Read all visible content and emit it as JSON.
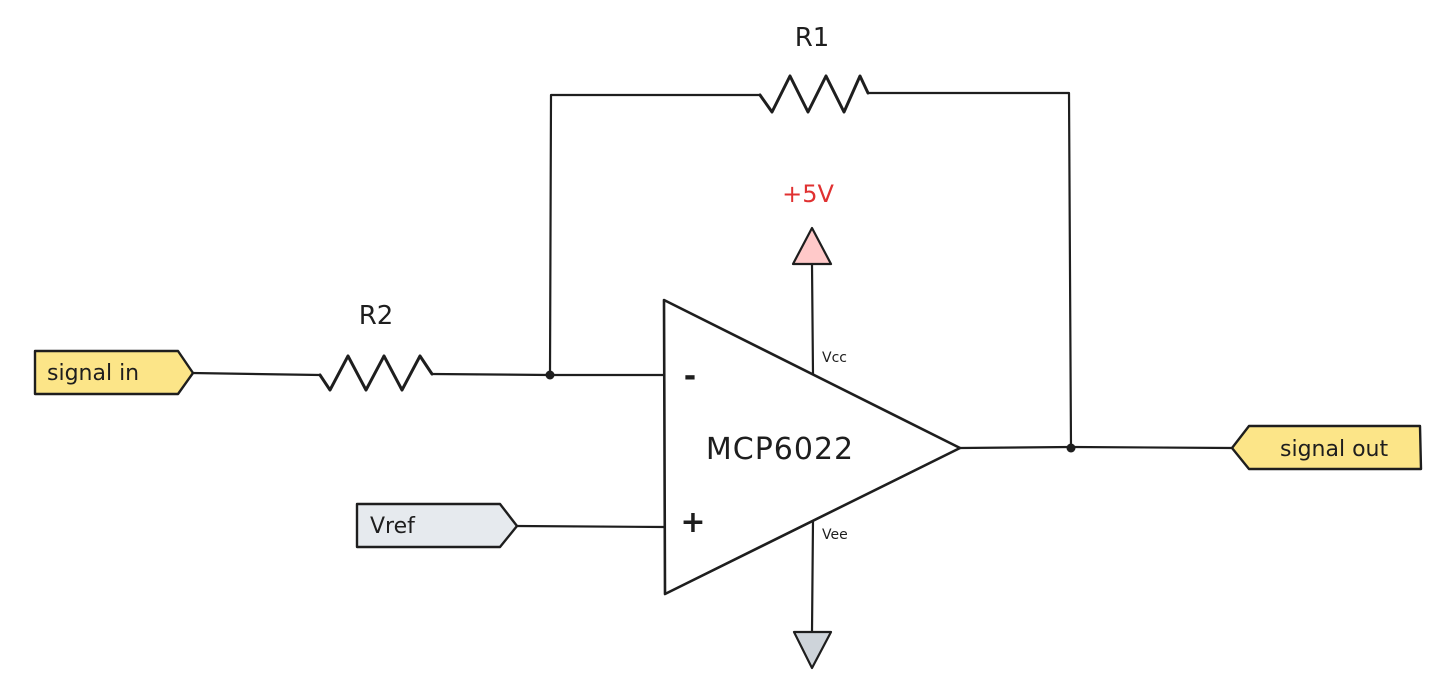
{
  "components": {
    "r1": {
      "label": "R1"
    },
    "r2": {
      "label": "R2"
    },
    "opamp": {
      "name": "MCP6022",
      "inverting_sign": "-",
      "noninverting_sign": "+",
      "vcc_label": "Vcc",
      "vee_label": "Vee"
    },
    "supply": {
      "label": "+5V"
    }
  },
  "ports": {
    "signal_in": "signal in",
    "signal_out": "signal out",
    "vref": "Vref"
  },
  "colors": {
    "port_fill": "#fce588",
    "vref_fill": "#e6eaee",
    "supply_fill": "#ffc9c9",
    "supply_text": "#e03131",
    "ground_fill": "#ced4da",
    "stroke": "#1e1e1e"
  },
  "icons": {
    "supply": "power-arrow-icon",
    "ground": "ground-triangle-icon"
  }
}
